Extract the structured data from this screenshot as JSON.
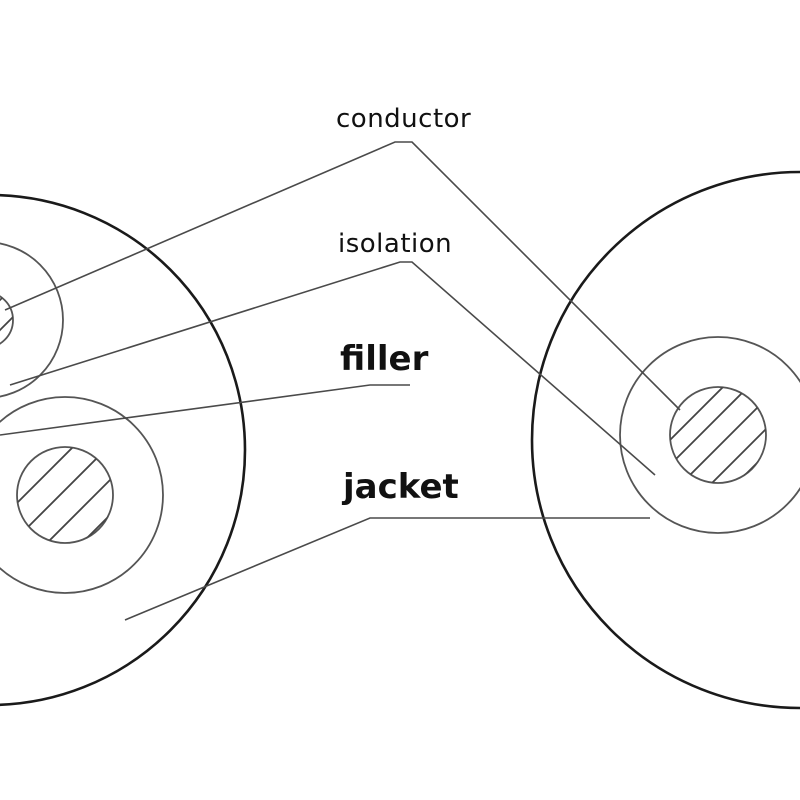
{
  "labels": {
    "conductor": "conductor",
    "isolation": "isolation",
    "filler": "filler",
    "jacket": "jacket"
  },
  "colors": {
    "line": "#1a1a1a",
    "leader": "#4a4a4a",
    "background": "#ffffff"
  }
}
